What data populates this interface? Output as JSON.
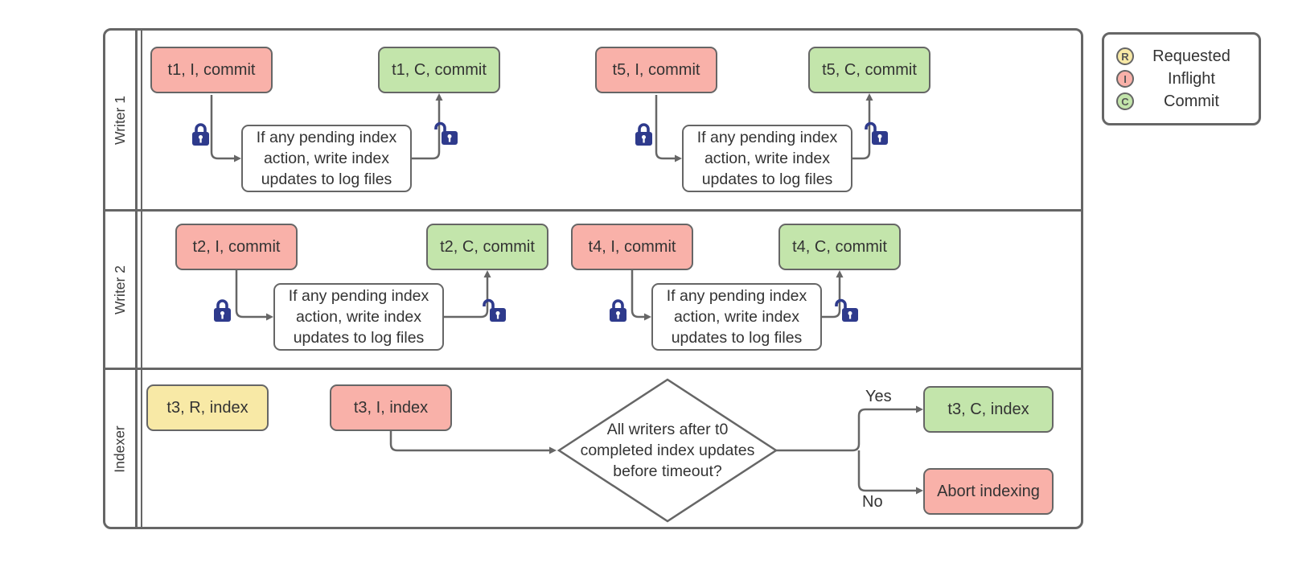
{
  "colors": {
    "inflight": "#f9b1a9",
    "commit": "#c3e5ab",
    "requested": "#f8e9a6",
    "stroke": "#666666",
    "lock": "#2e3a8c",
    "text": "#333333"
  },
  "lanes": [
    {
      "label": "Writer 1"
    },
    {
      "label": "Writer 2"
    },
    {
      "label": "Indexer"
    }
  ],
  "legend": {
    "items": [
      {
        "symbol": "R",
        "label": "Requested",
        "state": "requested"
      },
      {
        "symbol": "I",
        "label": "Inflight",
        "state": "inflight"
      },
      {
        "symbol": "C",
        "label": "Commit",
        "state": "commit"
      }
    ]
  },
  "action_text": "If any pending index action, write index updates to log files",
  "nodes": {
    "t1_i": "t1, I, commit",
    "t1_c": "t1, C, commit",
    "t5_i": "t5, I, commit",
    "t5_c": "t5, C, commit",
    "t2_i": "t2, I, commit",
    "t2_c": "t2, C, commit",
    "t4_i": "t4, I, commit",
    "t4_c": "t4, C, commit",
    "t3_r": "t3, R, index",
    "t3_i": "t3, I, index",
    "t3_c": "t3, C, index",
    "abort": "Abort indexing"
  },
  "decision": {
    "lines": [
      "All writers after t0",
      "completed index updates",
      "before timeout?"
    ]
  },
  "branch_labels": {
    "yes": "Yes",
    "no": "No"
  },
  "icons": {
    "lock_closed": "closed-padlock",
    "lock_open": "open-padlock"
  }
}
